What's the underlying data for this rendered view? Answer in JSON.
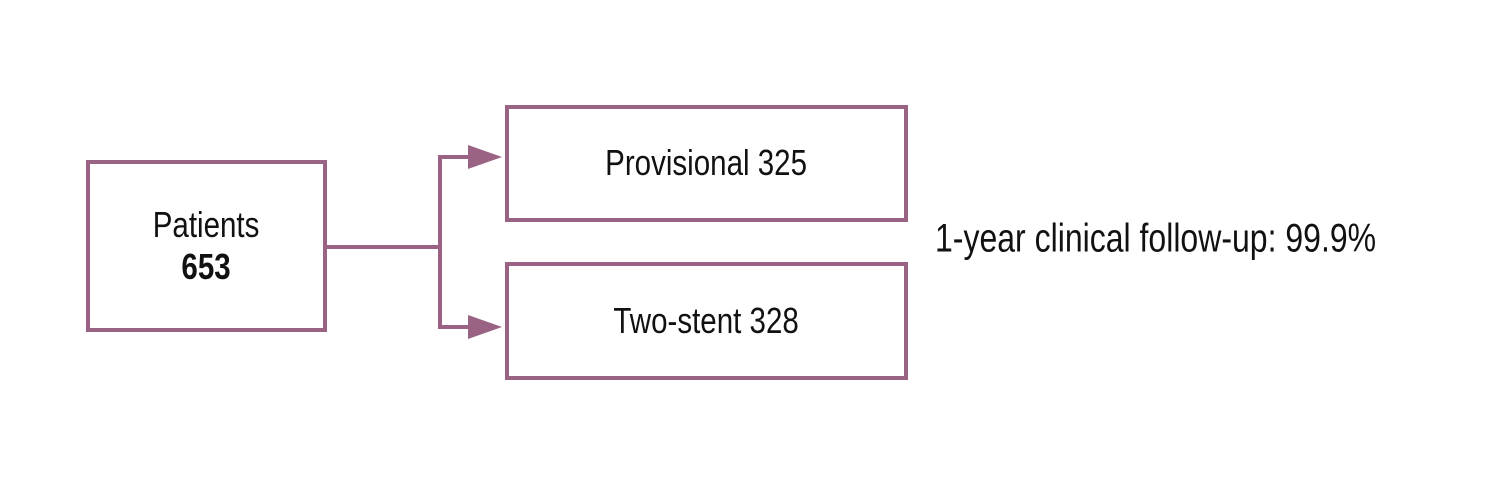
{
  "diagram": {
    "root_box": {
      "title": "Patients",
      "count": "653"
    },
    "branches": [
      {
        "label": "Provisional 325"
      },
      {
        "label": "Two-stent 328"
      }
    ],
    "annotation": "1-year clinical follow-up: 99.9%"
  },
  "colors": {
    "accent": "#9a6283",
    "text": "#111111",
    "background": "#ffffff"
  }
}
